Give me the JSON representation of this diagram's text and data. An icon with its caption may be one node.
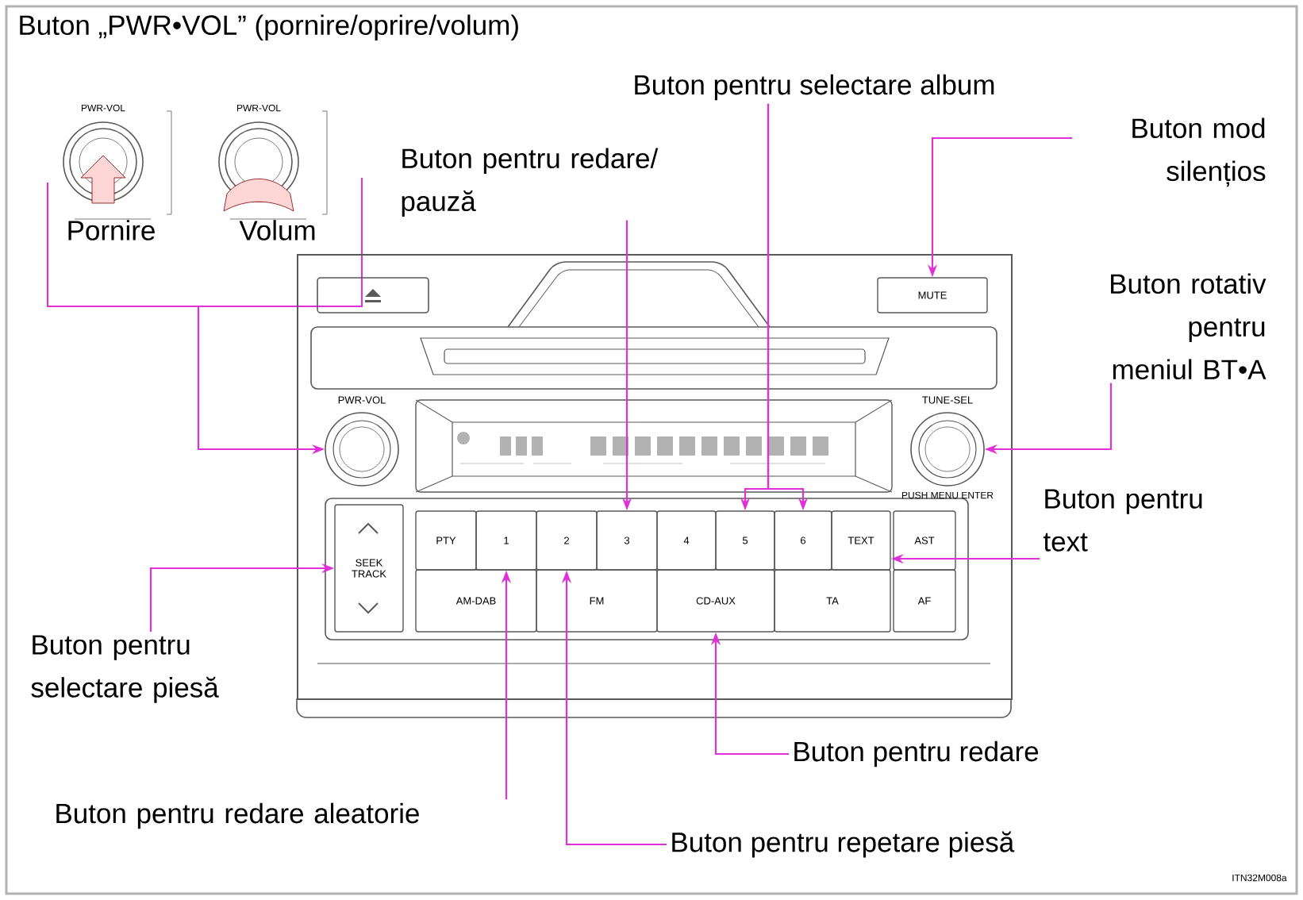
{
  "diagram": {
    "nodes": [
      {
        "text": [
          "Buton „PWR•VOL” (pornire/oprire/volum)"
        ]
      },
      {
        "text": [
          "Buton pentru selectare album"
        ]
      },
      {
        "text": [
          "Buton pentru redare/ pauză"
        ]
      },
      {
        "text": [
          "Buton mod silențios"
        ]
      },
      {
        "text": [
          "Buton rotativ pentru meniul BT•A"
        ]
      },
      {
        "text": [
          "Buton pentru text"
        ]
      },
      {
        "text": [
          "Buton pentru selectare piesă"
        ]
      },
      {
        "text": [
          "Buton pentru redare"
        ]
      },
      {
        "text": [
          "Buton pentru redare aleatorie"
        ]
      },
      {
        "text": [
          "Buton pentru repetare piesă"
        ]
      },
      {
        "text": [],
        "shape": "box"
      },
      {
        "text": [],
        "shape": "box",
        "in": 10
      },
      {
        "text": [
          "MUTE"
        ],
        "in": 10
      },
      {
        "text": [],
        "shape": "circle",
        "beside": [
          "PWR-VOL"
        ],
        "in": 10
      },
      {
        "text": [],
        "shape": "circle",
        "beside": [
          "TUNE-SEL",
          "PUSH MENU ENTER"
        ],
        "in": 10
      },
      {
        "text": [
          "SEEK TRACK"
        ],
        "in": 10
      },
      {
        "text": [
          "PTY"
        ],
        "in": 10
      },
      {
        "text": [
          "1"
        ],
        "in": 10
      },
      {
        "text": [
          "2"
        ],
        "in": 10
      },
      {
        "text": [
          "3"
        ],
        "in": 10
      },
      {
        "text": [
          "4"
        ],
        "in": 10
      },
      {
        "text": [
          "5"
        ],
        "in": 10
      },
      {
        "text": [
          "6"
        ],
        "in": 10
      },
      {
        "text": [
          "TEXT"
        ],
        "in": 10
      },
      {
        "text": [
          "AST"
        ],
        "in": 10
      },
      {
        "text": [
          "AM-DAB"
        ],
        "in": 10
      },
      {
        "text": [
          "FM"
        ],
        "in": 10
      },
      {
        "text": [
          "CD-AUX"
        ],
        "in": 10
      },
      {
        "text": [
          "TA"
        ],
        "in": 10
      },
      {
        "text": [
          "AF"
        ],
        "in": 10
      }
    ],
    "edges": [
      {
        "from": 0,
        "to": 13,
        "arrow": "to"
      },
      {
        "from": 1,
        "to": 21,
        "arrow": "to"
      },
      {
        "from": 1,
        "to": 22,
        "arrow": "to"
      },
      {
        "from": 2,
        "to": 19,
        "arrow": "to"
      },
      {
        "from": 3,
        "to": 12,
        "arrow": "to"
      },
      {
        "from": 4,
        "to": 14,
        "arrow": "to"
      },
      {
        "from": 5,
        "to": 23,
        "arrow": "to"
      },
      {
        "from": 6,
        "to": 15,
        "arrow": "to"
      },
      {
        "from": 7,
        "to": 27,
        "arrow": "to"
      },
      {
        "from": 8,
        "to": 17,
        "arrow": "to"
      },
      {
        "from": 9,
        "to": 18,
        "arrow": "to"
      }
    ],
    "labels": [
      "PWR-VOL",
      "PWR-VOL",
      "Pornire",
      "Volum",
      "ITN32M008a"
    ]
  }
}
